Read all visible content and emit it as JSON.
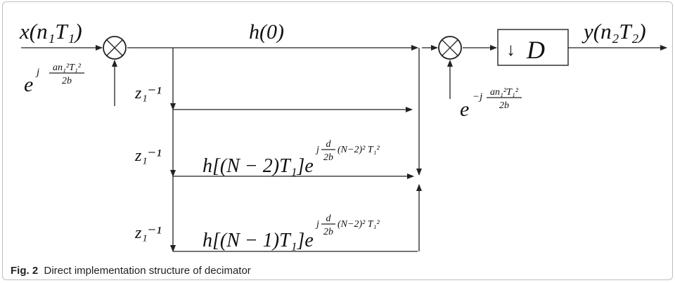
{
  "diagram": {
    "input_signal": "x(n₁T₁)",
    "output_signal": "y(n₂T₂)",
    "input_chirp": {
      "base": "e",
      "exponent_prefix": "j",
      "numerator": "an₁²T₁²",
      "denominator": "2b"
    },
    "output_chirp": {
      "base": "e",
      "exponent_prefix": "−j",
      "numerator": "an₁²T₁²",
      "denominator": "2b"
    },
    "tap0_label": "h(0)",
    "delays": [
      {
        "label": "z₁⁻¹"
      },
      {
        "label": "z₁⁻¹"
      },
      {
        "label": "z₁⁻¹"
      }
    ],
    "taps": [
      {
        "coef": "h[(N − 2)T₁]e",
        "exp_prefix": "j",
        "frac_num": "d",
        "frac_den": "2b",
        "exp_tail": "(N−2)² T₁²"
      },
      {
        "coef": "h[(N − 1)T₁]e",
        "exp_prefix": "j",
        "frac_num": "d",
        "frac_den": "2b",
        "exp_tail": "(N−2)² T₁²"
      }
    ],
    "decimator": {
      "arrow": "↓",
      "label": "D"
    },
    "multiplier_symbol": "⊗"
  },
  "caption": {
    "label": "Fig. 2",
    "text": "Direct implementation structure of decimator"
  }
}
